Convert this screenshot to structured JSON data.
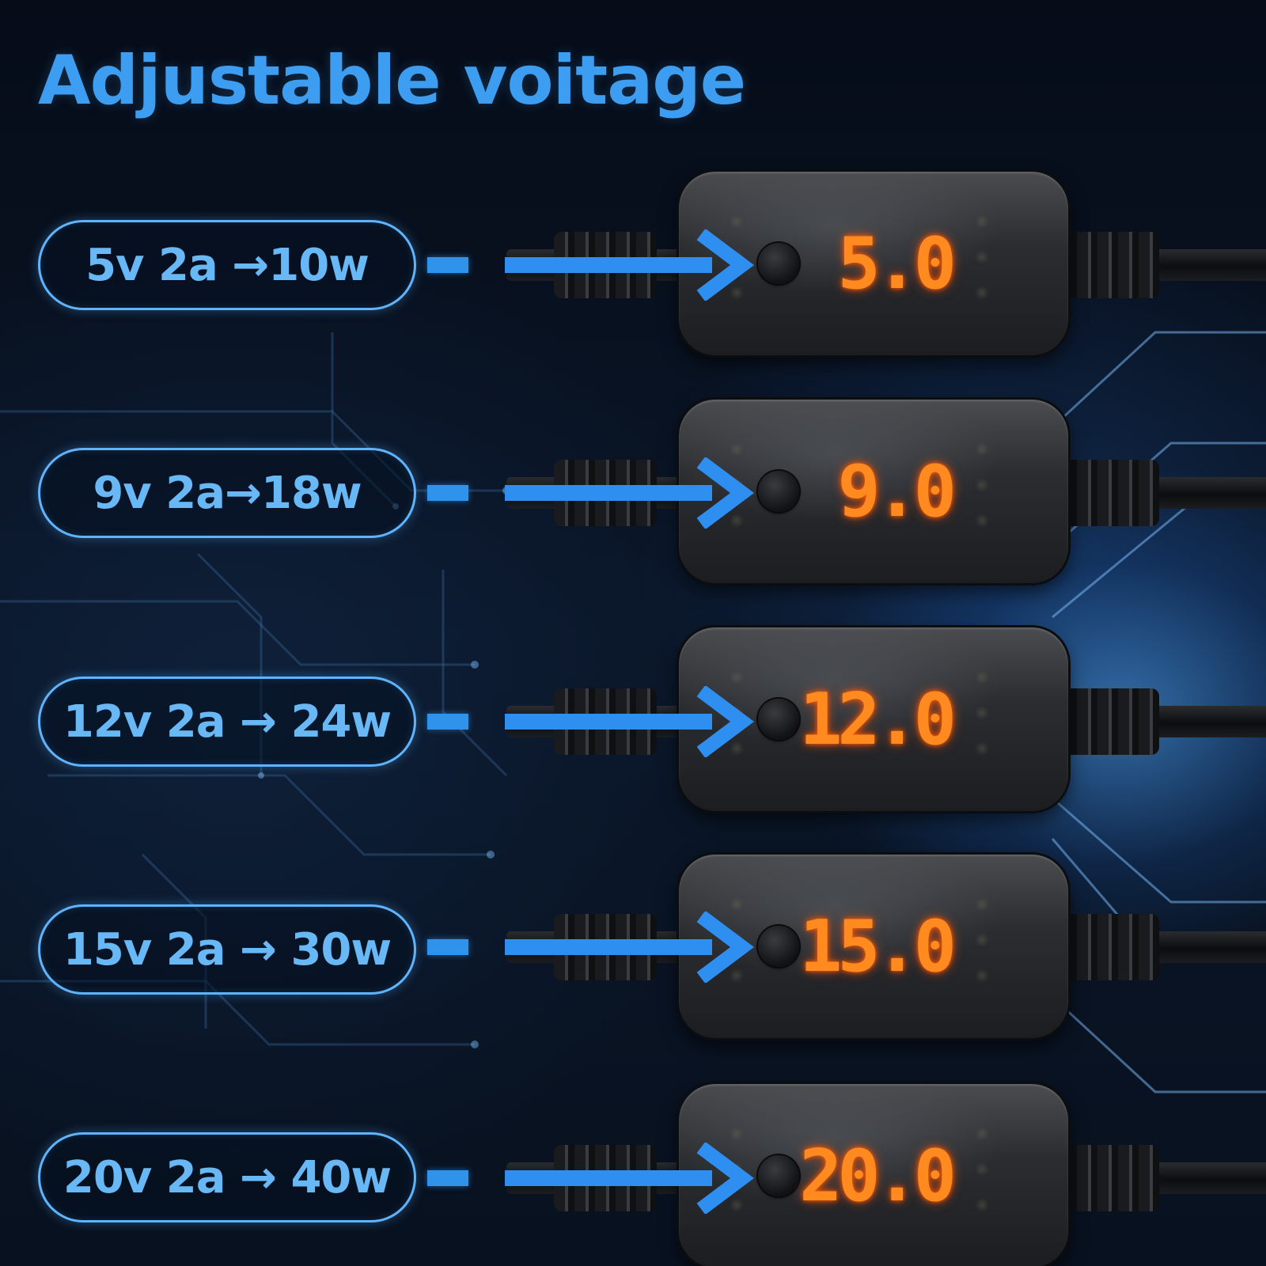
{
  "title": "Adjustable voitage",
  "colors": {
    "accent": "#3d9df0",
    "pill_border": "#5fb4ff",
    "display": "#ff8a1f",
    "background": "#050b16"
  },
  "rows": [
    {
      "spec": "5v 2a →10w",
      "display": "5.0"
    },
    {
      "spec": "9v 2a→18w",
      "display": "9.0"
    },
    {
      "spec": "12v 2a → 24w",
      "display": "12.0"
    },
    {
      "spec": "15v 2a → 30w",
      "display": "15.0"
    },
    {
      "spec": "20v 2a → 40w",
      "display": "20.0"
    }
  ],
  "icons": {
    "arrow": "arrow-right-icon",
    "button": "power-button-icon"
  }
}
